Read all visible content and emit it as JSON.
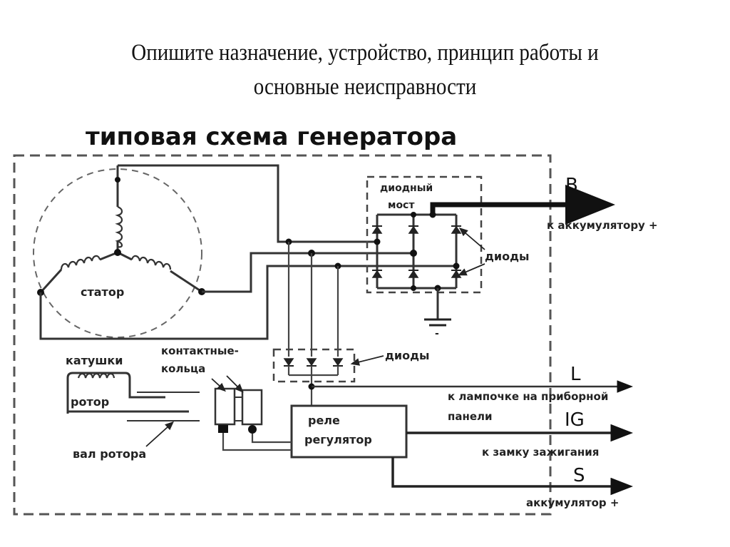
{
  "slide": {
    "title_line1": "Опишите назначение, устройство, принцип работы и",
    "title_line2": "основные неисправности"
  },
  "diagram": {
    "heading": "типовая схема генератора",
    "labels": {
      "stator": "статор",
      "diode_bridge_line1": "диодный",
      "diode_bridge_line2": "мост",
      "diodes_bridge": "диоды",
      "diodes_aux": "диоды",
      "rotor_coils": "катушки",
      "rotor": "ротор",
      "slip_rings_line1": "контактные-",
      "slip_rings_line2": "кольца",
      "rotor_shaft": "вал ротора",
      "regulator_line1": "реле",
      "regulator_line2": "регулятор",
      "ground_minus": "-"
    },
    "terminals": [
      {
        "id": "B",
        "label": "B",
        "desc_line1": "к аккумулятору +",
        "desc_line2": ""
      },
      {
        "id": "L",
        "label": "L",
        "desc_line1": "к лампочке на приборной",
        "desc_line2": "панели"
      },
      {
        "id": "IG",
        "label": "IG",
        "desc_line1": "к замку зажигания",
        "desc_line2": ""
      },
      {
        "id": "S",
        "label": "S",
        "desc_line1": "аккумулятор +",
        "desc_line2": ""
      }
    ]
  }
}
